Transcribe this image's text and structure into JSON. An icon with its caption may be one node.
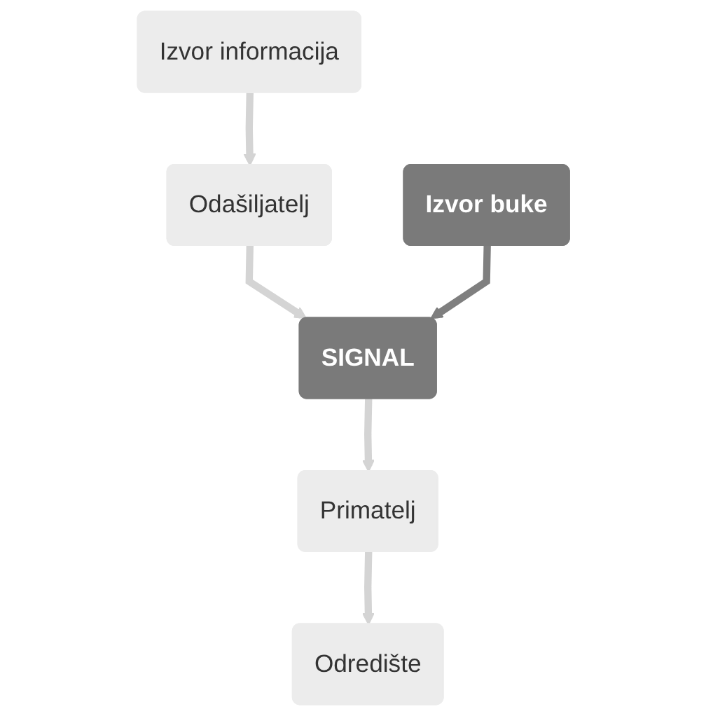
{
  "diagram": {
    "nodes": [
      {
        "text": [
          "Izvor informacija"
        ]
      },
      {
        "text": [
          "Odašiljatelj"
        ]
      },
      {
        "text": [
          "Izvor buke"
        ]
      },
      {
        "text": [
          "SIGNAL"
        ]
      },
      {
        "text": [
          "Primatelj"
        ]
      },
      {
        "text": [
          "Odredište"
        ]
      }
    ],
    "edges": [
      {
        "from": 0,
        "to": 1,
        "arrow": "to"
      },
      {
        "from": 1,
        "to": 3,
        "arrow": "to"
      },
      {
        "from": 2,
        "to": 3,
        "arrow": "to",
        "color": "#7f7f7f"
      },
      {
        "from": 3,
        "to": 4,
        "arrow": "to"
      },
      {
        "from": 4,
        "to": 5,
        "arrow": "to"
      }
    ]
  }
}
